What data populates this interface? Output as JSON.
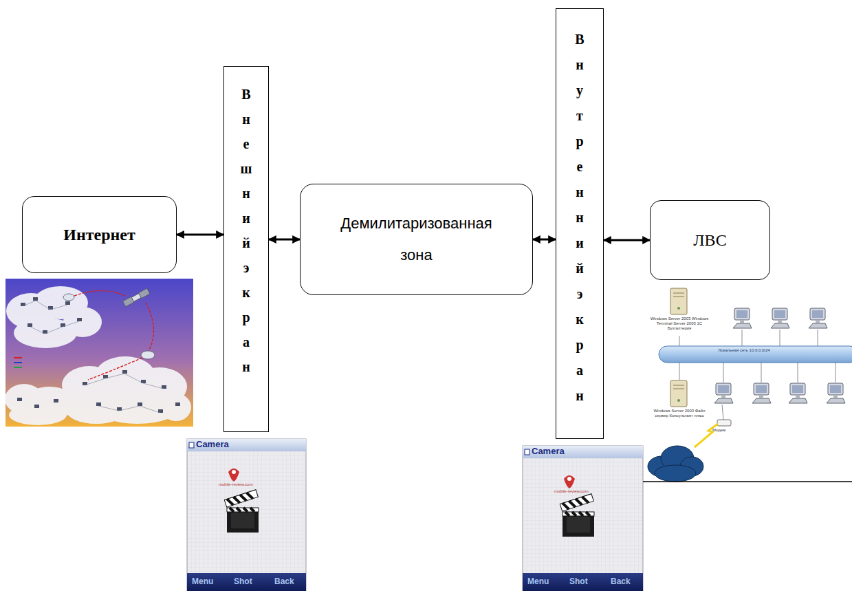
{
  "diagram": {
    "nodes": [
      {
        "text": [
          "Интернет"
        ]
      },
      {
        "text": [
          "Внешний экран"
        ]
      },
      {
        "text": [
          "Демилитаризованная зона"
        ]
      },
      {
        "text": [
          "Внутренний экран"
        ]
      },
      {
        "text": [
          "ЛВС"
        ]
      }
    ],
    "edges": [
      {
        "from": 0,
        "to": 1,
        "arrow": "both"
      },
      {
        "from": 1,
        "to": 2,
        "arrow": "both"
      },
      {
        "from": 2,
        "to": 3,
        "arrow": "both"
      },
      {
        "from": 3,
        "to": 4,
        "arrow": "both"
      }
    ],
    "labels": [
      "Camera",
      "mobile-review.com",
      "Menu",
      "Shot",
      "Back",
      "Camera",
      "mobile-review.com",
      "Menu",
      "Shot",
      "Back",
      "Windows Server 2003 Windows Terminal Server 2003 1С Бухгалтерия",
      "Локальная сеть 10.0.0.0/24",
      "Windows Server 2003 Файл сервер Консультант плюс",
      "Модем"
    ]
  }
}
